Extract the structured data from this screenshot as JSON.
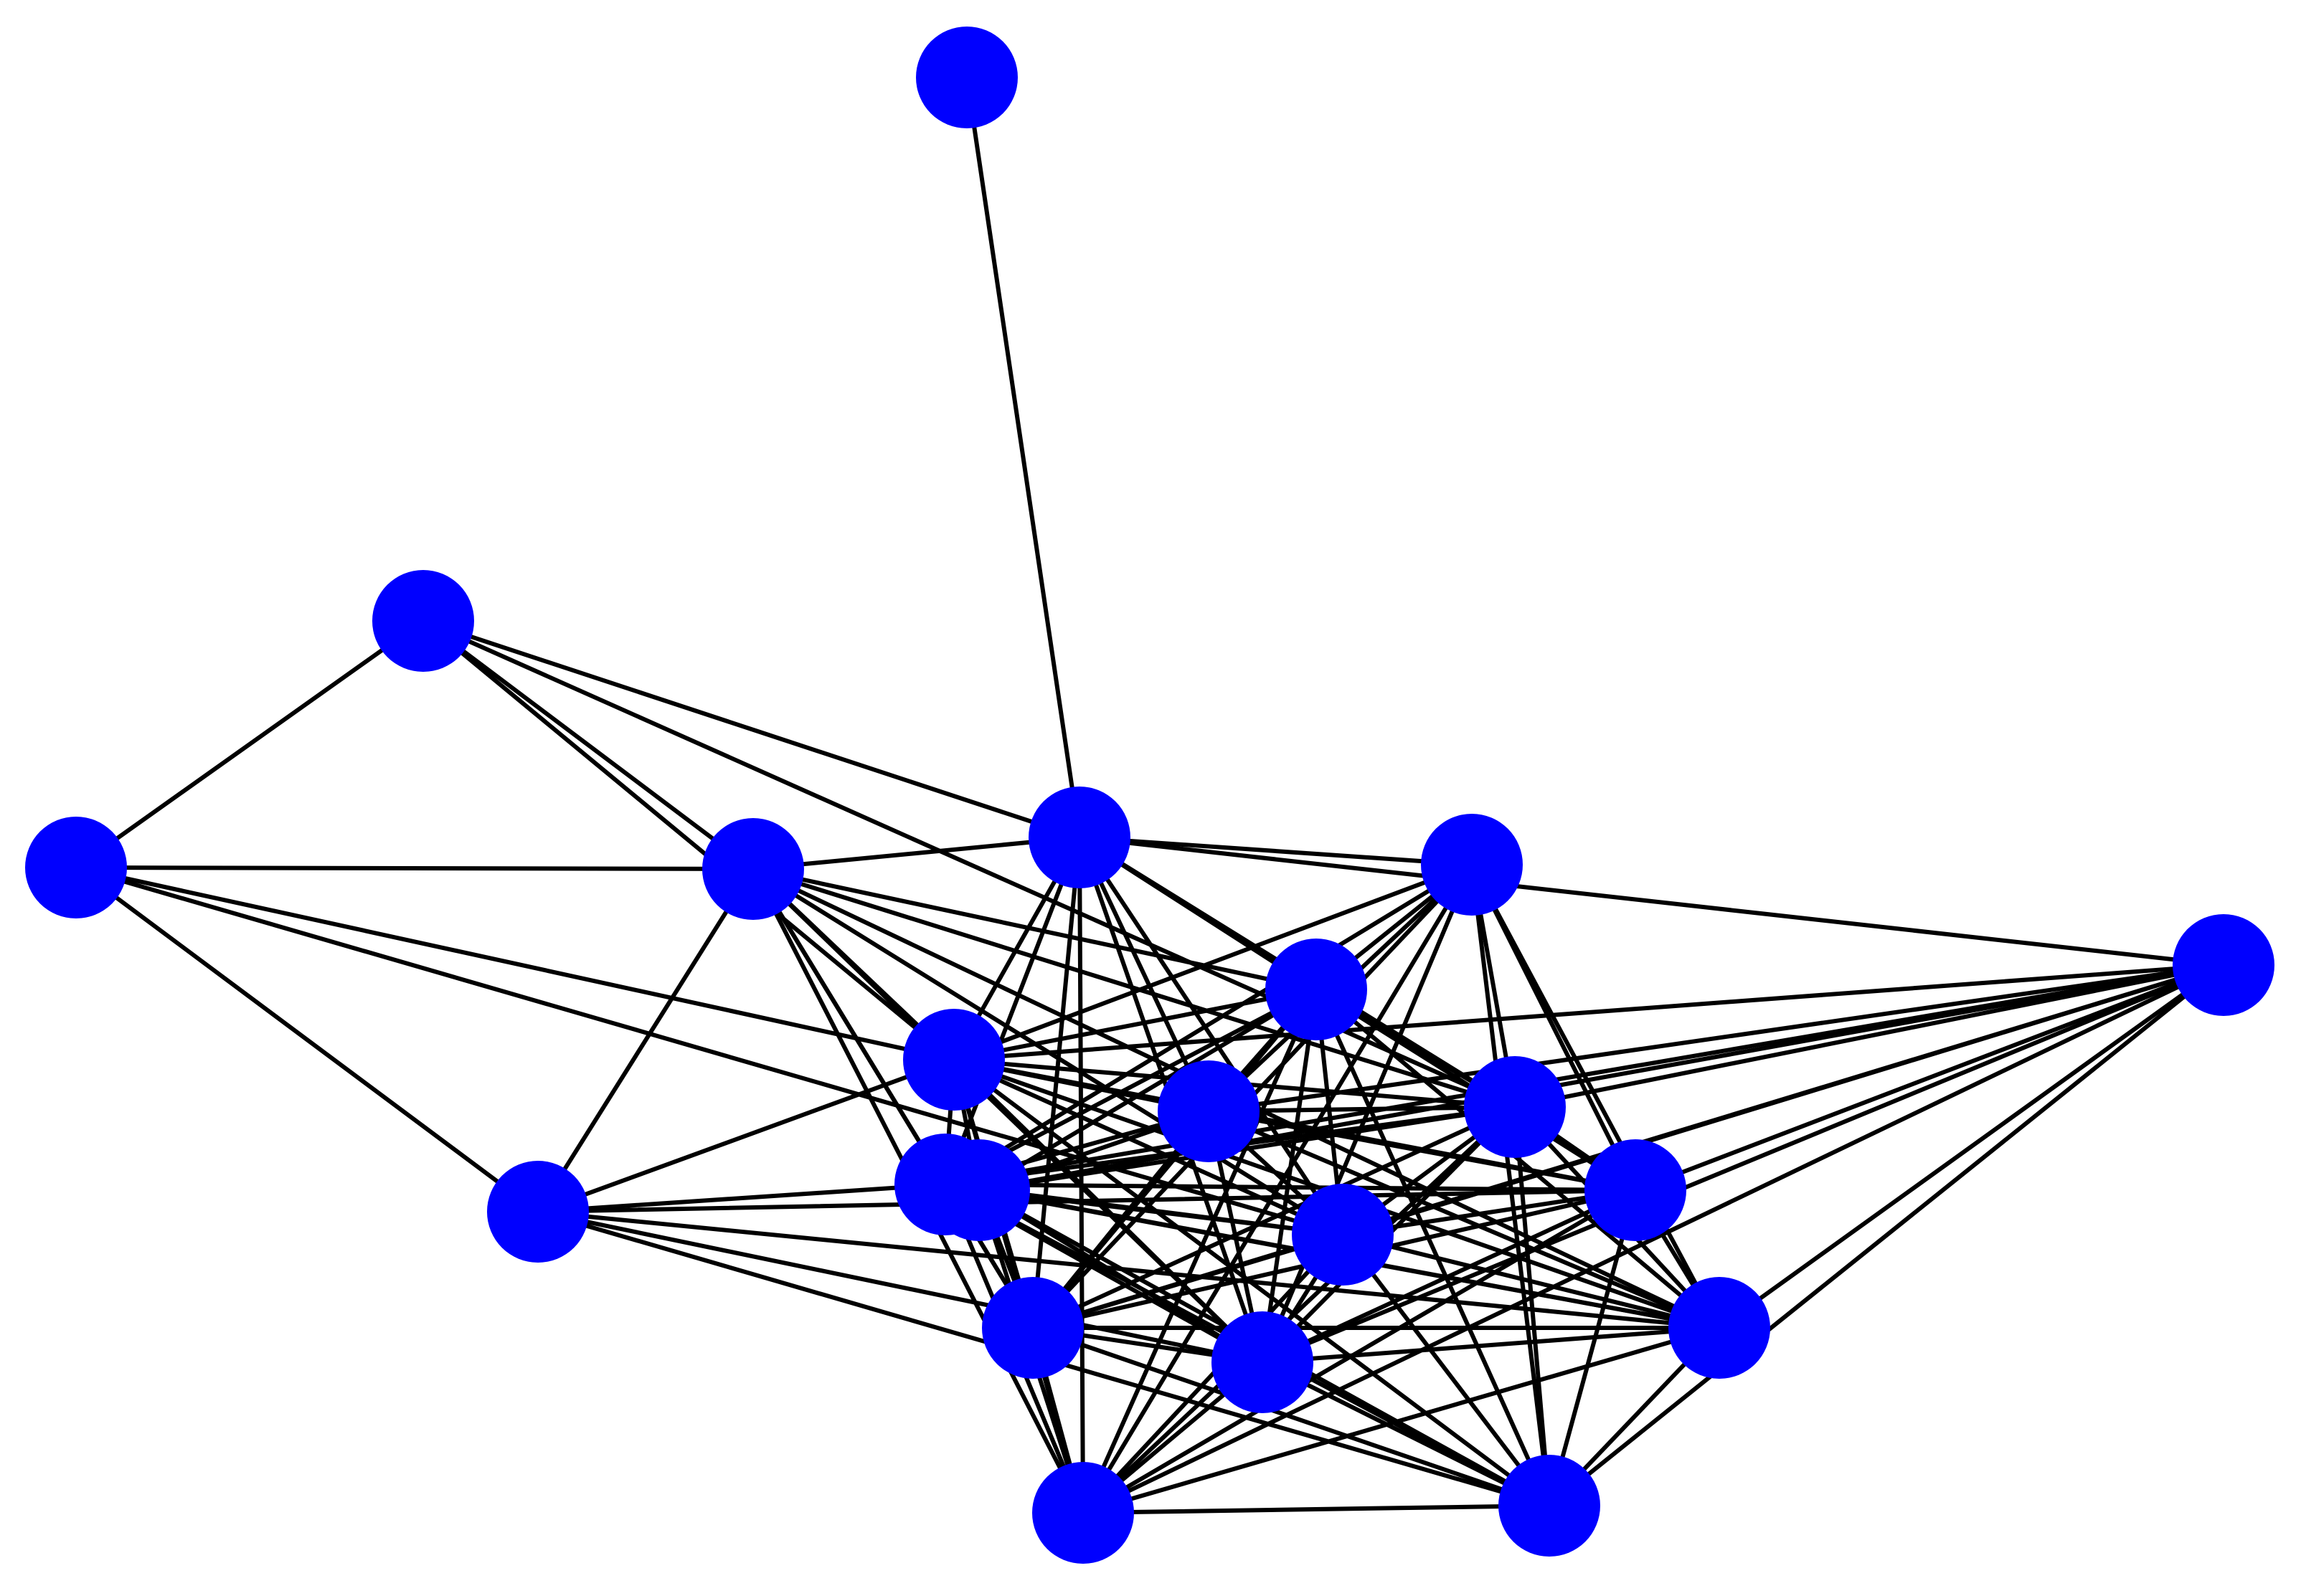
{
  "graph": {
    "node_color": "#0000ff",
    "edge_color": "#000000",
    "background": "#ffffff",
    "nodes": [
      {
        "id": "n0"
      },
      {
        "id": "n1"
      },
      {
        "id": "n2"
      },
      {
        "id": "n3"
      },
      {
        "id": "n4"
      },
      {
        "id": "n5"
      },
      {
        "id": "n6"
      },
      {
        "id": "n7"
      },
      {
        "id": "n8"
      },
      {
        "id": "n9"
      },
      {
        "id": "n10"
      },
      {
        "id": "n11"
      },
      {
        "id": "n12"
      },
      {
        "id": "n13"
      },
      {
        "id": "n14"
      },
      {
        "id": "n15"
      },
      {
        "id": "n16"
      },
      {
        "id": "n17"
      },
      {
        "id": "n18"
      },
      {
        "id": "n19"
      },
      {
        "id": "n20"
      }
    ],
    "edges": [
      [
        "n0",
        "n5"
      ],
      [
        "n1",
        "n2"
      ],
      [
        "n1",
        "n4"
      ],
      [
        "n1",
        "n5"
      ],
      [
        "n1",
        "n8"
      ],
      [
        "n1",
        "n10"
      ],
      [
        "n2",
        "n3"
      ],
      [
        "n2",
        "n4"
      ],
      [
        "n2",
        "n8"
      ],
      [
        "n2",
        "n12"
      ],
      [
        "n3",
        "n4"
      ],
      [
        "n3",
        "n8"
      ],
      [
        "n3",
        "n11"
      ],
      [
        "n3",
        "n13"
      ],
      [
        "n3",
        "n15"
      ],
      [
        "n3",
        "n16"
      ],
      [
        "n3",
        "n18"
      ],
      [
        "n4",
        "n5"
      ],
      [
        "n4",
        "n7"
      ],
      [
        "n4",
        "n8"
      ],
      [
        "n4",
        "n10"
      ],
      [
        "n4",
        "n11"
      ],
      [
        "n4",
        "n12"
      ],
      [
        "n4",
        "n14"
      ],
      [
        "n4",
        "n15"
      ],
      [
        "n4",
        "n16"
      ],
      [
        "n4",
        "n17"
      ],
      [
        "n5",
        "n6"
      ],
      [
        "n5",
        "n7"
      ],
      [
        "n5",
        "n8"
      ],
      [
        "n5",
        "n9"
      ],
      [
        "n5",
        "n10"
      ],
      [
        "n5",
        "n11"
      ],
      [
        "n5",
        "n12"
      ],
      [
        "n5",
        "n14"
      ],
      [
        "n5",
        "n15"
      ],
      [
        "n5",
        "n17"
      ],
      [
        "n5",
        "n19"
      ],
      [
        "n6",
        "n7"
      ],
      [
        "n6",
        "n8"
      ],
      [
        "n6",
        "n9"
      ],
      [
        "n6",
        "n10"
      ],
      [
        "n6",
        "n11"
      ],
      [
        "n6",
        "n13"
      ],
      [
        "n6",
        "n14"
      ],
      [
        "n6",
        "n15"
      ],
      [
        "n6",
        "n16"
      ],
      [
        "n6",
        "n17"
      ],
      [
        "n6",
        "n18"
      ],
      [
        "n7",
        "n8"
      ],
      [
        "n7",
        "n9"
      ],
      [
        "n7",
        "n10"
      ],
      [
        "n7",
        "n11"
      ],
      [
        "n7",
        "n12"
      ],
      [
        "n7",
        "n13"
      ],
      [
        "n7",
        "n14"
      ],
      [
        "n7",
        "n15"
      ],
      [
        "n7",
        "n16"
      ],
      [
        "n7",
        "n17"
      ],
      [
        "n7",
        "n18"
      ],
      [
        "n7",
        "n20"
      ],
      [
        "n8",
        "n9"
      ],
      [
        "n8",
        "n10"
      ],
      [
        "n8",
        "n11"
      ],
      [
        "n8",
        "n12"
      ],
      [
        "n8",
        "n13"
      ],
      [
        "n8",
        "n14"
      ],
      [
        "n8",
        "n15"
      ],
      [
        "n8",
        "n16"
      ],
      [
        "n8",
        "n17"
      ],
      [
        "n8",
        "n18"
      ],
      [
        "n8",
        "n19"
      ],
      [
        "n8",
        "n20"
      ],
      [
        "n9",
        "n10"
      ],
      [
        "n9",
        "n11"
      ],
      [
        "n9",
        "n12"
      ],
      [
        "n9",
        "n13"
      ],
      [
        "n9",
        "n14"
      ],
      [
        "n9",
        "n15"
      ],
      [
        "n9",
        "n16"
      ],
      [
        "n9",
        "n19"
      ],
      [
        "n9",
        "n20"
      ],
      [
        "n10",
        "n11"
      ],
      [
        "n10",
        "n12"
      ],
      [
        "n10",
        "n13"
      ],
      [
        "n10",
        "n14"
      ],
      [
        "n10",
        "n15"
      ],
      [
        "n10",
        "n16"
      ],
      [
        "n10",
        "n17"
      ],
      [
        "n10",
        "n18"
      ],
      [
        "n10",
        "n19"
      ],
      [
        "n10",
        "n20"
      ],
      [
        "n11",
        "n12"
      ],
      [
        "n11",
        "n13"
      ],
      [
        "n11",
        "n14"
      ],
      [
        "n11",
        "n15"
      ],
      [
        "n11",
        "n16"
      ],
      [
        "n11",
        "n17"
      ],
      [
        "n11",
        "n18"
      ],
      [
        "n11",
        "n19"
      ],
      [
        "n11",
        "n20"
      ],
      [
        "n12",
        "n13"
      ],
      [
        "n12",
        "n14"
      ],
      [
        "n12",
        "n15"
      ],
      [
        "n12",
        "n16"
      ],
      [
        "n12",
        "n17"
      ],
      [
        "n12",
        "n18"
      ],
      [
        "n12",
        "n19"
      ],
      [
        "n12",
        "n20"
      ],
      [
        "n13",
        "n14"
      ],
      [
        "n13",
        "n15"
      ],
      [
        "n13",
        "n16"
      ],
      [
        "n13",
        "n17"
      ],
      [
        "n13",
        "n18"
      ],
      [
        "n13",
        "n19"
      ],
      [
        "n14",
        "n15"
      ],
      [
        "n14",
        "n16"
      ],
      [
        "n14",
        "n17"
      ],
      [
        "n14",
        "n18"
      ],
      [
        "n14",
        "n19"
      ],
      [
        "n14",
        "n20"
      ],
      [
        "n15",
        "n16"
      ],
      [
        "n15",
        "n17"
      ],
      [
        "n15",
        "n18"
      ],
      [
        "n15",
        "n19"
      ],
      [
        "n15",
        "n20"
      ],
      [
        "n16",
        "n17"
      ],
      [
        "n16",
        "n18"
      ],
      [
        "n16",
        "n19"
      ],
      [
        "n16",
        "n20"
      ],
      [
        "n17",
        "n18"
      ],
      [
        "n17",
        "n19"
      ],
      [
        "n17",
        "n20"
      ],
      [
        "n18",
        "n19"
      ],
      [
        "n18",
        "n20"
      ],
      [
        "n19",
        "n20"
      ]
    ]
  }
}
